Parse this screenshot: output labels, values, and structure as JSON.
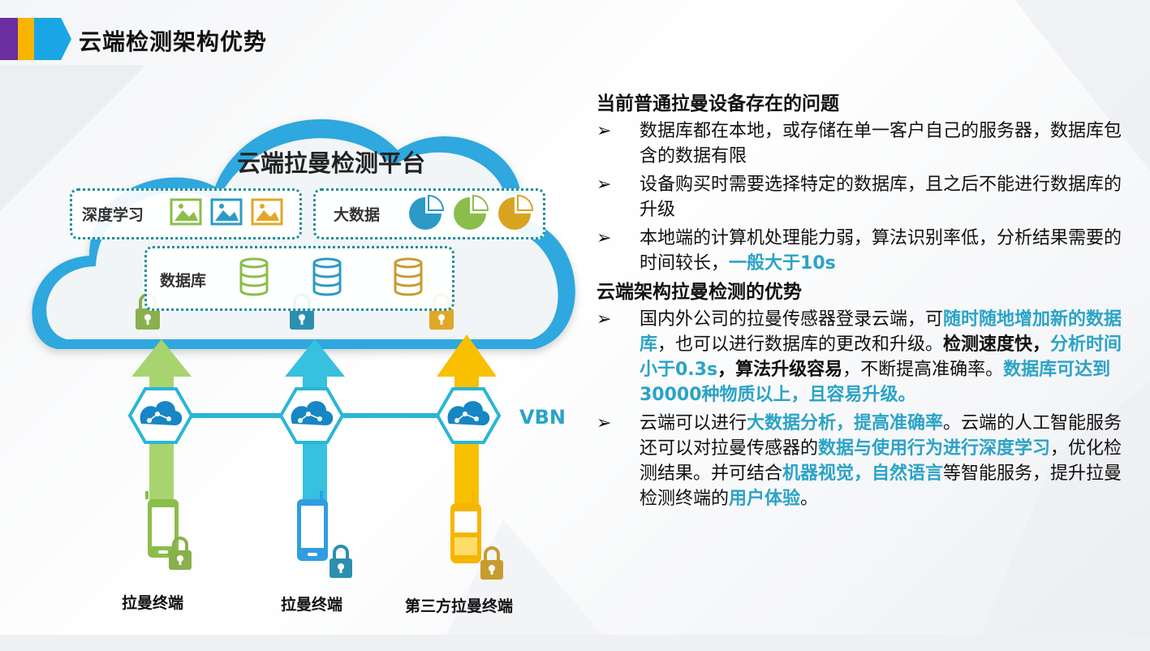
{
  "page": {
    "title": "云端检测架构优势"
  },
  "diagram": {
    "cloud_title": "云端拉曼检测平台",
    "deep_learning_label": "深度学习",
    "big_data_label": "大数据",
    "database_label": "数据库",
    "vbn_label": "VBN",
    "terminals": [
      "拉曼终端",
      "拉曼终端",
      "第三方拉曼终端"
    ],
    "colors": {
      "green": "#9ac75a",
      "blue": "#3ab6d8",
      "yellow": "#f6b800",
      "teal": "#1c8f96",
      "gold": "#c89b2e"
    }
  },
  "content": {
    "section1": {
      "heading": "当前普通拉曼设备存在的问题",
      "bullet_mark": "➢",
      "bullets": [
        [
          {
            "t": "数据库都在本地，或存储在单一客户自己的服务器，数据库包含的数据有限",
            "s": ""
          }
        ],
        [
          {
            "t": "设备购买时需要选择特定的数据库，且之后不能进行数据库的升级",
            "s": ""
          }
        ],
        [
          {
            "t": "本地端的计算机处理能力弱，算法识别率低，分析结果需要的时间较长，",
            "s": ""
          },
          {
            "t": "一般大于10s",
            "s": "hl"
          }
        ]
      ]
    },
    "section2": {
      "heading": "云端架构拉曼检测的优势",
      "bullet_mark": "➢",
      "bullets": [
        [
          {
            "t": "国内外公司的拉曼传感器登录云端，可",
            "s": ""
          },
          {
            "t": "随时随地增加新的数据库",
            "s": "hl"
          },
          {
            "t": "，也可以进行数据库的更改和升级。",
            "s": ""
          },
          {
            "t": "检测速度快，",
            "s": "bd"
          },
          {
            "t": "分析时间小于0.3s",
            "s": "hl"
          },
          {
            "t": "，算法升级容易",
            "s": "bd"
          },
          {
            "t": "，不断提高准确率。",
            "s": ""
          },
          {
            "t": "数据库可达到30000种物质以上，且容易升级。",
            "s": "hl"
          }
        ],
        [
          {
            "t": "云端可以进行",
            "s": ""
          },
          {
            "t": "大数据分析，提高准确率",
            "s": "hl"
          },
          {
            "t": "。云端的人工智能服务还可以对拉曼传感器的",
            "s": ""
          },
          {
            "t": "数据与使用行为进行深度学习",
            "s": "hl"
          },
          {
            "t": "，优化检测结果。并可结合",
            "s": ""
          },
          {
            "t": "机器视觉，自然语言",
            "s": "hl"
          },
          {
            "t": "等智能服务，提升拉曼检测终端的",
            "s": ""
          },
          {
            "t": "用户体验",
            "s": "hl"
          },
          {
            "t": "。",
            "s": ""
          }
        ]
      ]
    }
  }
}
